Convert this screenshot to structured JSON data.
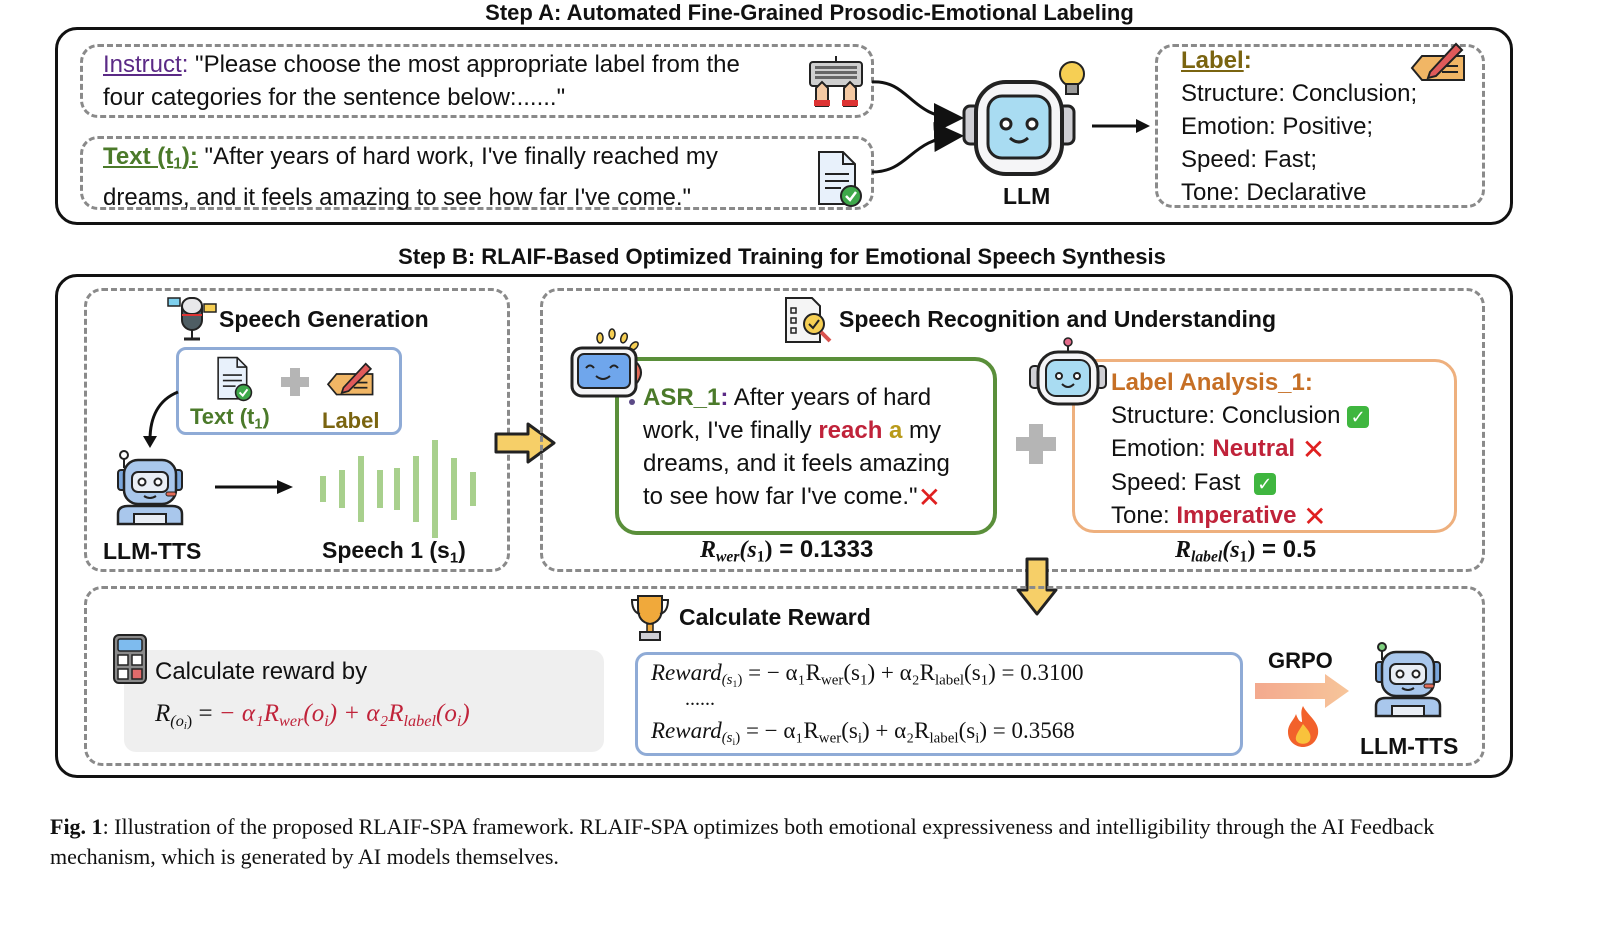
{
  "step_a": {
    "title": "Step A: Automated Fine-Grained Prosodic-Emotional Labeling",
    "instruct": {
      "label": "Instruct",
      "colon": ":",
      "line1": " \"Please choose the most appropriate label from the",
      "line2": "four categories for the sentence below:......\""
    },
    "text": {
      "label": "Text (t",
      "label_sub": "1",
      "label_end": "):",
      "line1": " \"After years of hard work, I've finally reached my",
      "line2": "dreams, and it feels amazing to see how far I've come.\""
    },
    "llm_label": "LLM",
    "output": {
      "title": "Label",
      "colon": ":",
      "lines": [
        "Structure: Conclusion;",
        "Emotion: Positive;",
        "Speed: Fast;",
        "Tone: Declarative"
      ]
    }
  },
  "step_b": {
    "title": "Step B: RLAIF-Based Optimized Training for Emotional Speech Synthesis",
    "speech_generation": {
      "title": "Speech Generation",
      "text_label": "Text (t",
      "text_sub": "1",
      "text_end": ")",
      "label_label": "Label",
      "model_label": "LLM-TTS",
      "speech_label": "Speech 1 (s",
      "speech_sub": "1",
      "speech_end": ")"
    },
    "recognition": {
      "title": "Speech Recognition and Understanding",
      "asr": {
        "label": "ASR_1",
        "colon": ":",
        "line1": " After years of hard",
        "line2_a": "work, I've finally ",
        "err1": "reach",
        "err2": " a",
        "line2_b": " my",
        "line3": "dreams, and it feels amazing",
        "line4": "to see how far I've come.\"",
        "status": "✕"
      },
      "r_wer": {
        "name": "R",
        "sub": "wer",
        "arg": "(s",
        "arg_sub": "1",
        "arg_end": ")",
        "eq": " =  ",
        "value": "0.1333"
      },
      "analysis": {
        "title": "Label Analysis_1:",
        "items": [
          {
            "key": "Structure: ",
            "value": "Conclusion",
            "correct": true,
            "mark": "✓"
          },
          {
            "key": "Emotion: ",
            "value": "Neutral",
            "correct": false,
            "mark": "✕"
          },
          {
            "key": "Speed: ",
            "value": "Fast",
            "correct": true,
            "mark": "✓"
          },
          {
            "key": "Tone: ",
            "value": "Imperative",
            "correct": false,
            "mark": "✕"
          }
        ]
      },
      "r_label": {
        "name": "R",
        "sub": "label",
        "arg": "(s",
        "arg_sub": "1",
        "arg_end": ")",
        "eq": " = ",
        "value": "0.5"
      }
    },
    "reward": {
      "title": "Calculate Reward",
      "calc_by": "Calculate reward by",
      "formula_lhs": "R",
      "formula_lhs_sub": "(o",
      "formula_lhs_subsub": "i",
      "formula_lhs_end": ")",
      "formula_eq": " =  ",
      "formula_rhs": "− α₁R",
      "formula_rhs_wer": "wer",
      "formula_rhs_mid": "(o",
      "formula_rhs_i": "i",
      "formula_rhs_mid2": ")  +  α₂R",
      "formula_rhs_label": "label",
      "formula_rhs_end": "(o",
      "formula_rhs_i2": "i",
      "formula_rhs_close": ")",
      "rows": [
        {
          "lhs": "Reward",
          "sub": "(s",
          "subsub": "1",
          "sub_end": ")",
          "eq": " =  − α₁R",
          "wer": "wer",
          "arg1": "(s",
          "a1": "1",
          "mid": ")  +  α₂R",
          "label": "label",
          "arg2": "(s",
          "a2": "1",
          "end": ") = ",
          "value": "0.3100"
        },
        {
          "lhs": "Reward",
          "sub": "(s",
          "subsub": "i",
          "sub_end": ")",
          "eq": " =  − α₁R",
          "wer": "wer",
          "arg1": "(s",
          "a1": "i",
          "mid": ")  +  α₂R",
          "label": "label",
          "arg2": "(s",
          "a2": "i",
          "end": ") = ",
          "value": "0.3568"
        }
      ],
      "ellipsis": "......",
      "grpo": "GRPO",
      "model_label": "LLM-TTS"
    }
  },
  "caption": {
    "fig": "Fig. 1",
    "text": ": Illustration of the proposed RLAIF-SPA framework. RLAIF-SPA optimizes both emotional expressiveness and intelligibility through the AI Feedback mechanism, which is generated by AI models themselves."
  },
  "colors": {
    "purple": "#5b2a86",
    "green": "#4b7a2a",
    "olive": "#7a6410",
    "orange": "#c66f25",
    "red": "#c0233a",
    "asr_border": "#5a8f3a",
    "analysis_border": "#eeb07e",
    "input_border": "#8fabd6",
    "wave": "#a8d08d"
  }
}
